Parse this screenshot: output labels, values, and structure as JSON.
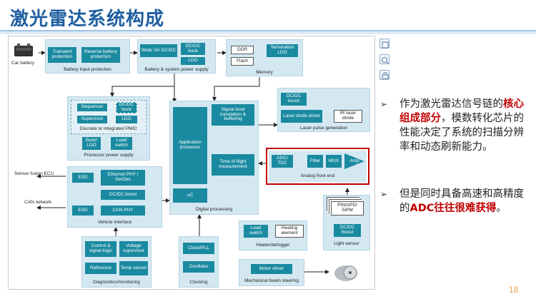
{
  "title": "激光雷达系统构成",
  "page_number": "18",
  "bullets": [
    {
      "marker": "➢",
      "pre": "作为激光雷达信号链的",
      "em": "核心组成部分",
      "post": "，模数转化芯片的性能决定了系统的扫描分辨率和动态刷新能力。"
    },
    {
      "marker": "➢",
      "pre": "但是同时具备高速和高精度的",
      "em": "ADC往往很难获得",
      "post": "。"
    }
  ],
  "diagram": {
    "car_battery": "Car battery",
    "battery_input": {
      "label": "Battery input protection",
      "items": [
        "Transient protection",
        "Reverse battery protection"
      ]
    },
    "battery_system_power": {
      "label": "Battery & system power supply",
      "items": [
        "Wide Vin DC/DC",
        "DC/DC buck",
        "LDO"
      ]
    },
    "memory": {
      "label": "Memory",
      "items": [
        "DDR",
        "Flash",
        "Termination LDO"
      ]
    },
    "processor_power": {
      "label": "Processor power supply",
      "pmic_label": "Discrete or integrated PMIC",
      "items": [
        "Sequencer",
        "DC/DC buck",
        "Supervisor",
        "LDO",
        "Buck/ LDO",
        "Load switch"
      ]
    },
    "digital_processing": {
      "label": "Digital processing",
      "items": [
        "Application processor",
        "uC",
        "Signal level translation & buffering",
        "Time of flight measurement"
      ]
    },
    "laser_pulse": {
      "label": "Laser pulse generation",
      "items": [
        "DC/DC boost",
        "Laser diode driver",
        "IR laser diode"
      ]
    },
    "analog_front_end": {
      "label": "Analog front end",
      "items": [
        "ADC/ TDC",
        "Filter",
        "MUX",
        "Amp"
      ]
    },
    "vehicle_interface": {
      "label": "Vehicle interface",
      "items": [
        "ESD",
        "Ethernet PHY / SerDes",
        "DC/DC boost",
        "ESD",
        "CAN PHY"
      ]
    },
    "sensor_fusion_ecu": "Sensor fusion ECU",
    "can_network": "CAN network",
    "diagnostics": {
      "label": "Diagnostics/monitoring",
      "items": [
        "Control & signal logic",
        "Voltage supervisor",
        "Reference",
        "Temp sensor"
      ]
    },
    "clocking": {
      "label": "Clocking",
      "items": [
        "Clock/PLL",
        "Oscillator"
      ]
    },
    "heater": {
      "label": "Heater/defogger",
      "items": [
        "Load switch",
        "Heating element"
      ]
    },
    "light_sensor": {
      "label": "Light sensor",
      "items": [
        "PIN/APD/ SiPM",
        "DC/DC Boost"
      ]
    },
    "beam_steering": {
      "label": "Mechanical beam steering",
      "items": [
        "Motor driver"
      ]
    }
  },
  "colors": {
    "title": "#1f5fa0",
    "accent_red": "#c00000",
    "block_fill": "#d4e8f2",
    "teal": "#1a8aa0",
    "page_number": "#e8a15a"
  },
  "toolbar_icons": [
    "zoom-fit-icon",
    "zoom-icon",
    "print-icon"
  ]
}
